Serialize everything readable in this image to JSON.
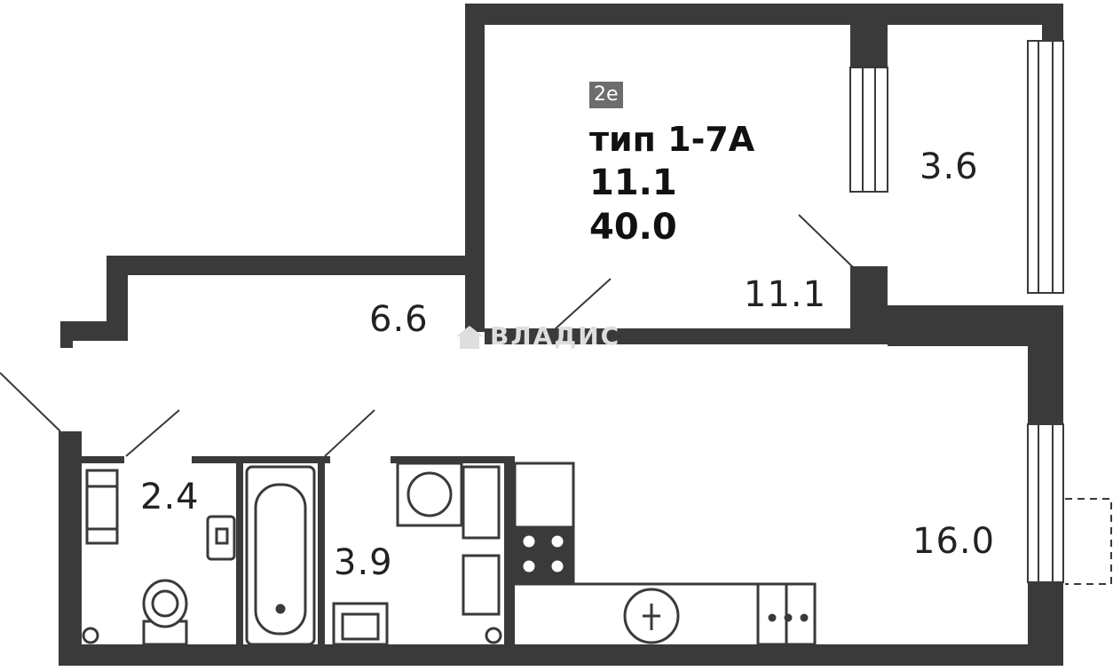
{
  "plan": {
    "badge": "2e",
    "type_label": "тип 1-7А",
    "living_area": "11.1",
    "total_area": "40.0",
    "rooms": {
      "balcony": "3.6",
      "bedroom": "11.1",
      "hall": "6.6",
      "wc": "2.4",
      "bathroom": "3.9",
      "kitchen_living": "16.0"
    },
    "watermark": "ВЛАДИС"
  },
  "colors": {
    "wall": "#3a3a3a",
    "badge_bg": "#6d6d6d",
    "watermark": "#dedede"
  }
}
